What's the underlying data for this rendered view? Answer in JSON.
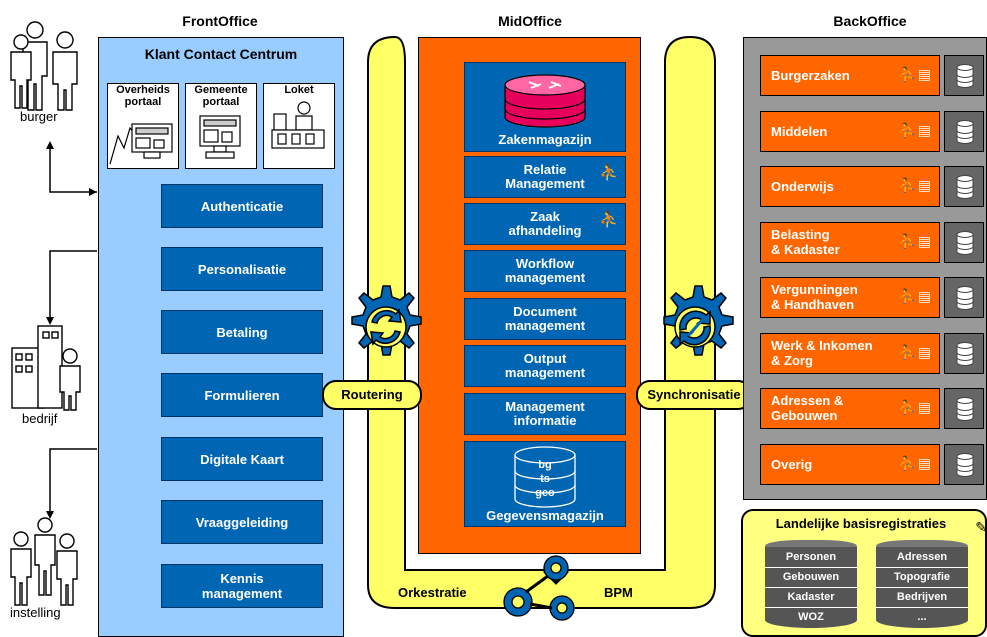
{
  "headers": {
    "front": "FrontOffice",
    "mid": "MidOffice",
    "back": "BackOffice"
  },
  "actors": {
    "burger": "burger",
    "bedrijf": "bedrijf",
    "instelling": "instelling"
  },
  "front": {
    "title": "Klant Contact Centrum",
    "channels": [
      {
        "line1": "Overheids",
        "line2": "portaal",
        "icon": "computer-screen-icon"
      },
      {
        "line1": "Gemeente",
        "line2": "portaal",
        "icon": "computer-monitor-icon"
      },
      {
        "line1": "Loket",
        "line2": "",
        "icon": "counter-clerk-icon"
      }
    ],
    "services": [
      {
        "line1": "Authenticatie",
        "line2": ""
      },
      {
        "line1": "Personalisatie",
        "line2": ""
      },
      {
        "line1": "Betaling",
        "line2": ""
      },
      {
        "line1": "Formulieren",
        "line2": ""
      },
      {
        "line1": "Digitale Kaart",
        "line2": ""
      },
      {
        "line1": "Vraaggeleiding",
        "line2": ""
      },
      {
        "line1": "Kennis",
        "line2": "management"
      }
    ],
    "email_symbol": "@"
  },
  "mid": {
    "zakenmagazijn": "Zakenmagazijn",
    "buttons": [
      {
        "line1": "Relatie",
        "line2": "Management",
        "person": true
      },
      {
        "line1": "Zaak",
        "line2": "afhandeling",
        "person": true
      },
      {
        "line1": "Workflow",
        "line2": "management",
        "person": false
      },
      {
        "line1": "Document",
        "line2": "management",
        "person": false
      },
      {
        "line1": "Output",
        "line2": "management",
        "person": false
      },
      {
        "line1": "Management",
        "line2": "informatie",
        "person": false
      }
    ],
    "db_labels": [
      "bg",
      "ts",
      "geo"
    ],
    "gegevensmagazijn": "Gegevensmagazijn"
  },
  "bus": {
    "routering": "Routering",
    "synchronisatie": "Synchronisatie",
    "orkestratie": "Orkestratie",
    "bpm": "BPM"
  },
  "back": {
    "rows": [
      {
        "line1": "Burgerzaken",
        "line2": ""
      },
      {
        "line1": "Middelen",
        "line2": ""
      },
      {
        "line1": "Onderwijs",
        "line2": ""
      },
      {
        "line1": "Belasting",
        "line2": "& Kadaster"
      },
      {
        "line1": "Vergunningen",
        "line2": "& Handhaven"
      },
      {
        "line1": "Werk & Inkomen",
        "line2": "& Zorg"
      },
      {
        "line1": "Adressen &",
        "line2": "Gebouwen"
      },
      {
        "line1": "Overig",
        "line2": ""
      }
    ]
  },
  "landelijke": {
    "title": "Landelijke basisregistraties",
    "left": [
      "Personen",
      "Gebouwen",
      "Kadaster",
      "WOZ"
    ],
    "right": [
      "Adressen",
      "Topografie",
      "Bedrijven",
      "..."
    ]
  },
  "colors": {
    "front_bg": "#99ccff",
    "blue_button": "#0066b3",
    "mid_bg": "#ff6600",
    "back_bg": "#999999",
    "bus_yellow": "#ffff66",
    "database_pink": "#e6005c"
  }
}
